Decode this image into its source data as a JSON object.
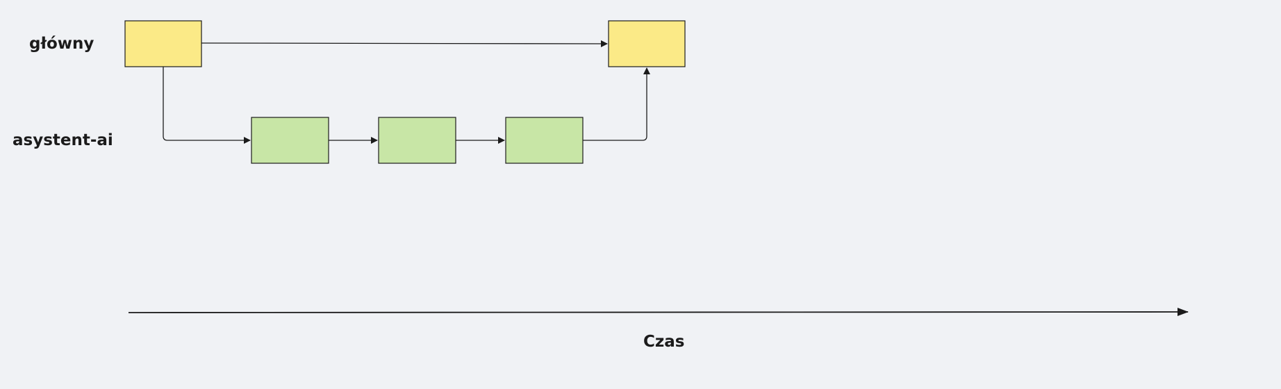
{
  "lanes": {
    "main": {
      "label": "główny",
      "color": "#fbea87"
    },
    "ai": {
      "label": "asystent-ai",
      "color": "#c8e6a6"
    }
  },
  "axis": {
    "label": "Czas"
  },
  "colors": {
    "background": "#f0f2f5",
    "stroke": "#1b1b1b"
  }
}
